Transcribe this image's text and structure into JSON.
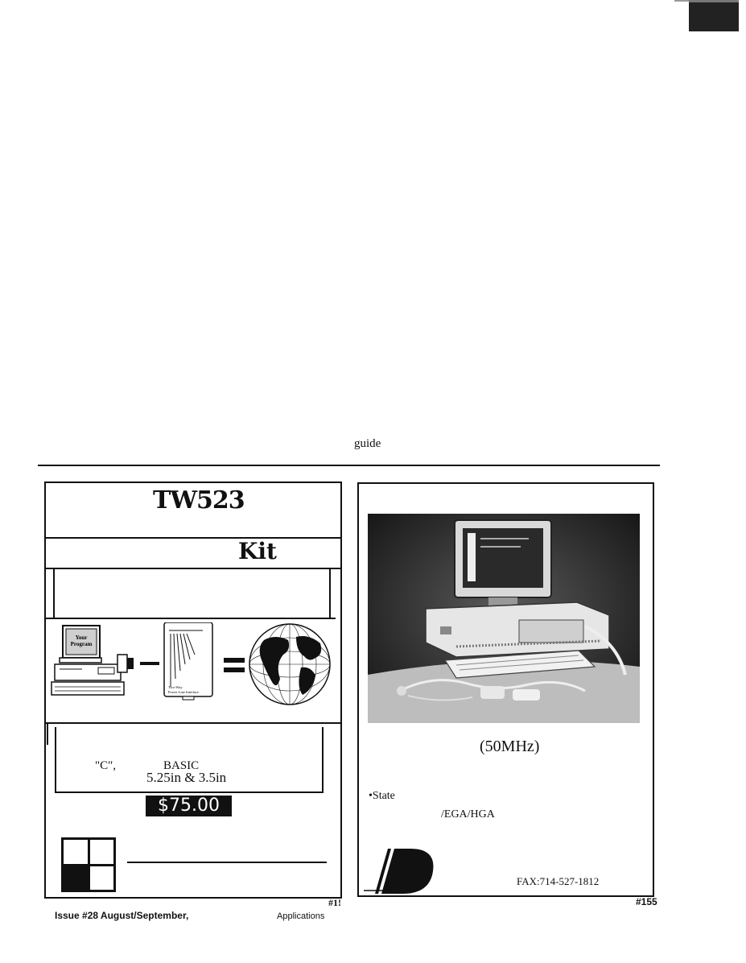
{
  "page": {
    "guide_word": "guide"
  },
  "left_ad": {
    "title": "TW523",
    "kit_label": "Kit",
    "diagram": {
      "screen_text_line1": "Your",
      "screen_text_line2": "Program",
      "device_caption_line1": "Two-Way",
      "device_caption_line2": "Power Line Interface"
    },
    "spec_language_c": "\"C\",",
    "spec_language_basic": "BASIC",
    "spec_media": "5.25in & 3.5in",
    "price": "$75.00",
    "reader_service": "#1!"
  },
  "right_ad": {
    "frequency": "(50MHz)",
    "bullet_state": "•State",
    "display_standards": "/EGA/HGA",
    "fax": "FAX:714-527-1812",
    "reader_service": "#155"
  },
  "footer": {
    "issue": "Issue #28 August/September,",
    "applications": "Applications"
  }
}
